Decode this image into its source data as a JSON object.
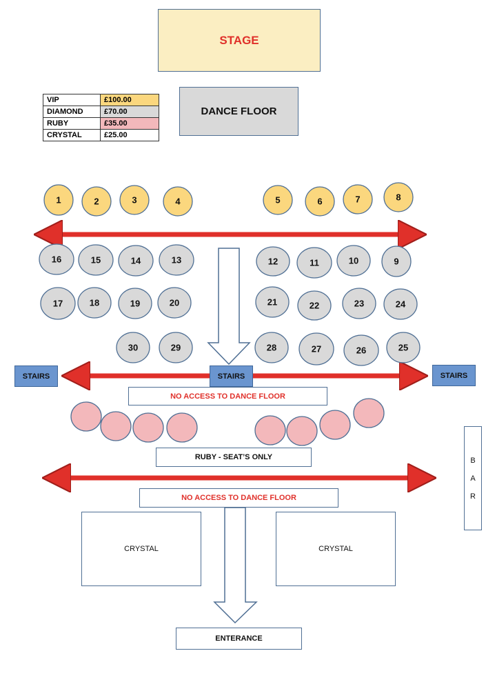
{
  "stage": "STAGE",
  "dance_floor": "DANCE FLOOR",
  "legend": [
    {
      "name": "VIP",
      "price": "£100.00",
      "color": "#fbd77e"
    },
    {
      "name": "DIAMOND",
      "price": "£70.00",
      "color": "#d9d9d9"
    },
    {
      "name": "RUBY",
      "price": "£35.00",
      "color": "#f3b8bb"
    },
    {
      "name": "CRYSTAL",
      "price": "£25.00",
      "color": "#ffffff"
    }
  ],
  "colors": {
    "vip": "#fbd77e",
    "diamond": "#d9d9d9",
    "ruby": "#f3b8bb",
    "arrow": "#e0302a",
    "outline": "#4f6f94",
    "stairs": "#6a95cf"
  },
  "vip_tables": [
    "1",
    "2",
    "3",
    "4",
    "5",
    "6",
    "7",
    "8"
  ],
  "diamond_tables": [
    "16",
    "15",
    "14",
    "13",
    "12",
    "11",
    "10",
    "9",
    "17",
    "18",
    "19",
    "20",
    "21",
    "22",
    "23",
    "24",
    "30",
    "29",
    "28",
    "27",
    "26",
    "25"
  ],
  "stairs_label": "STAIRS",
  "no_access_label": "NO ACCESS TO DANCE FLOOR",
  "ruby_label": "RUBY - SEAT’S ONLY",
  "crystal_label": "CRYSTAL",
  "bar_letters": [
    "B",
    "A",
    "R"
  ],
  "entrance": "ENTERANCE"
}
